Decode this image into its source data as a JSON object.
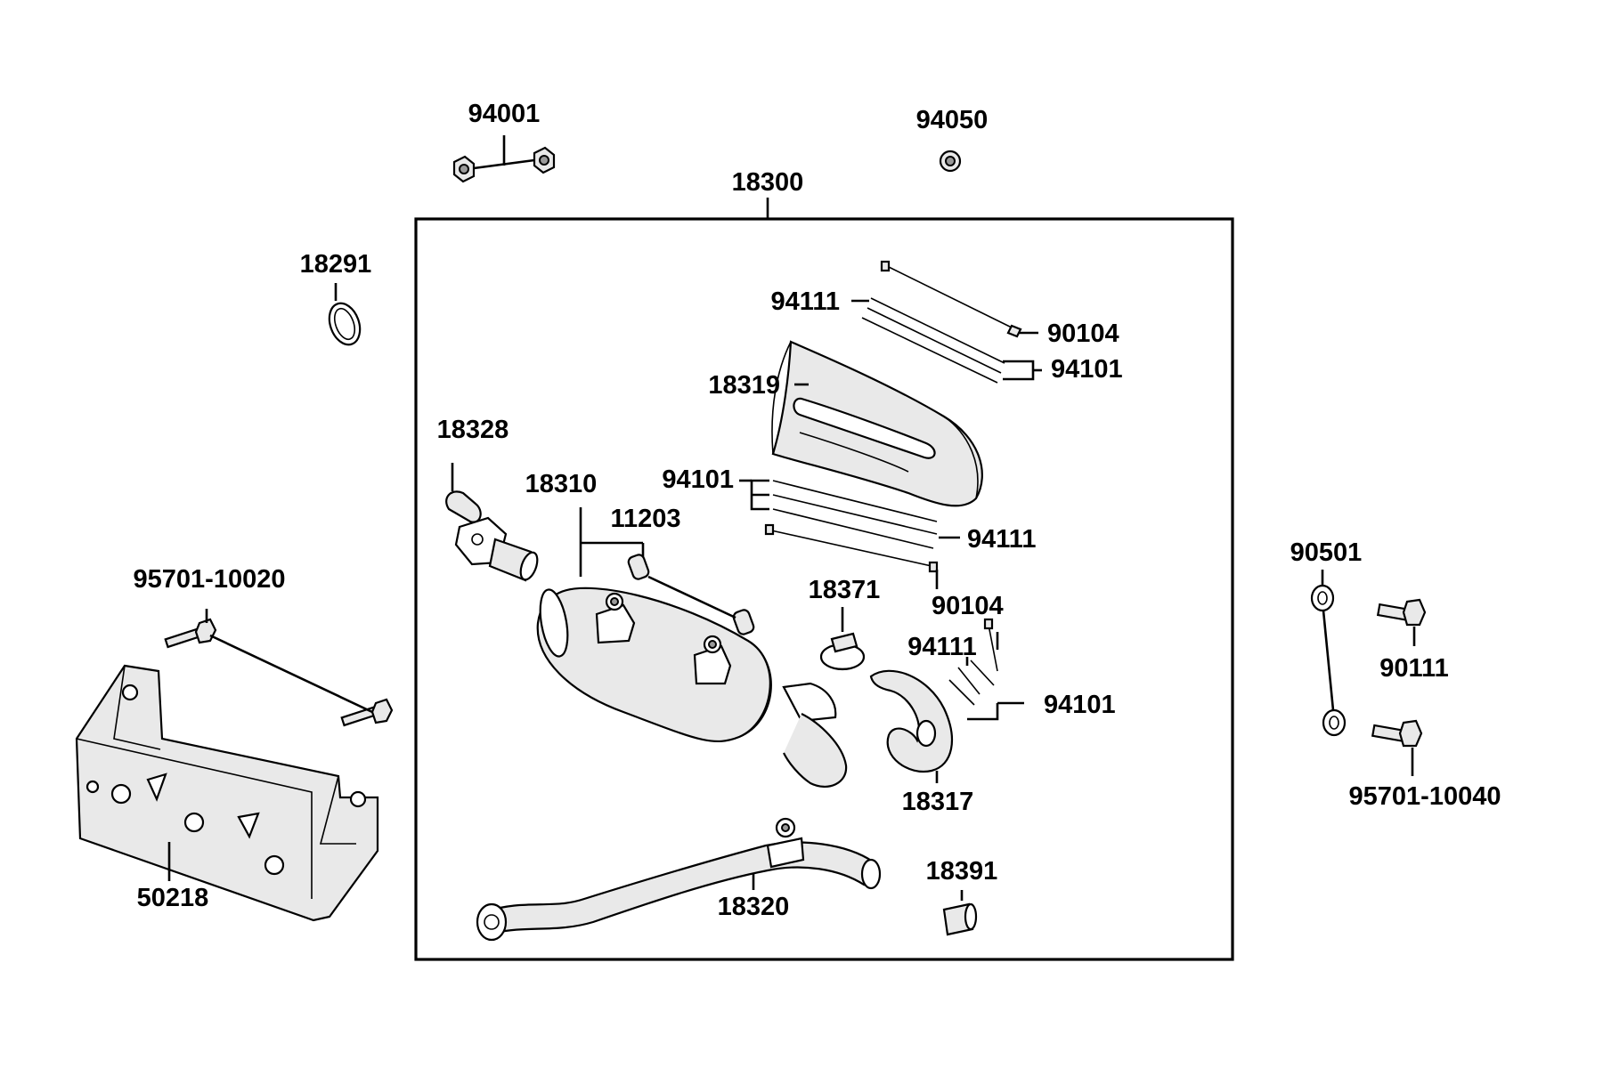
{
  "diagram": {
    "labels": {
      "p94001": "94001",
      "p94050": "94050",
      "p18300": "18300",
      "p18291": "18291",
      "p94111_a": "94111",
      "p90104_a": "90104",
      "p94101_a": "94101",
      "p18319": "18319",
      "p18328": "18328",
      "p18310": "18310",
      "p94101_b": "94101",
      "p11203": "11203",
      "p94111_b": "94111",
      "p18371": "18371",
      "p90104_b": "90104",
      "p94111_c": "94111",
      "p94101_c": "94101",
      "p95701_10020": "95701-10020",
      "p18317": "18317",
      "p50218": "50218",
      "p18320": "18320",
      "p18391": "18391",
      "p90501": "90501",
      "p90111": "90111",
      "p95701_10040": "95701-10040"
    }
  }
}
